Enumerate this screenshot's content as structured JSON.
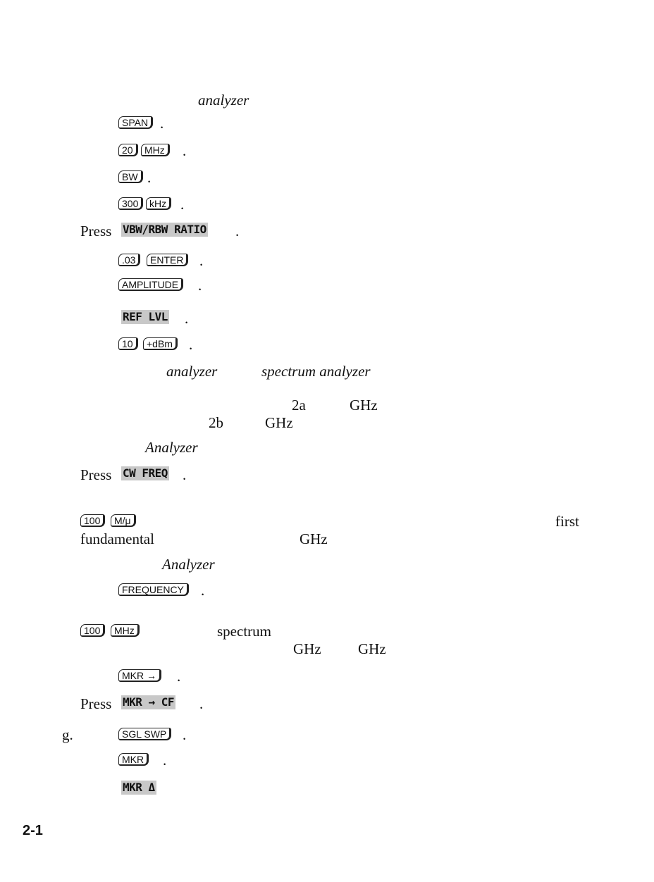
{
  "frag": {
    "analyzer1": "analyzer",
    "analyzer2": "analyzer",
    "spectrum_analyzer": "spectrum analyzer",
    "val_2a": "2a",
    "ghz1": "GHz",
    "val_2b": "2b",
    "ghz2": "GHz",
    "analyzer3": "Analyzer",
    "first": "first",
    "fundamental": "fundamental",
    "ghz3": "GHz",
    "analyzer4": "Analyzer",
    "spectrum": "spectrum",
    "ghz4": "GHz",
    "ghz5": "GHz",
    "press1": "Press",
    "press2": "Press",
    "press3": "Press",
    "g": "g."
  },
  "keys": {
    "span": "SPAN",
    "k20": "20",
    "mhz1": "MHz",
    "bw": "BW",
    "k300": "300",
    "khz": "kHz",
    "k03": ".03",
    "enter": "ENTER",
    "amplitude": "AMPLITUDE",
    "k10": "10",
    "dbm": "+dBm",
    "k100a": "100",
    "mu": "M/μ",
    "frequency": "FREQUENCY",
    "k100b": "100",
    "mhz2": "MHz",
    "mkr_arrow": "MKR →",
    "sgl_swp": "SGL SWP",
    "mkr": "MKR"
  },
  "softkeys": {
    "vbw_rbw": "VBW/RBW RATIO",
    "ref_lvl": "REF LVL",
    "cw_freq": "CW FREQ",
    "mkr_cf": "MKR → CF",
    "mkr_delta": "MKR Δ"
  },
  "page_number": "2-1"
}
